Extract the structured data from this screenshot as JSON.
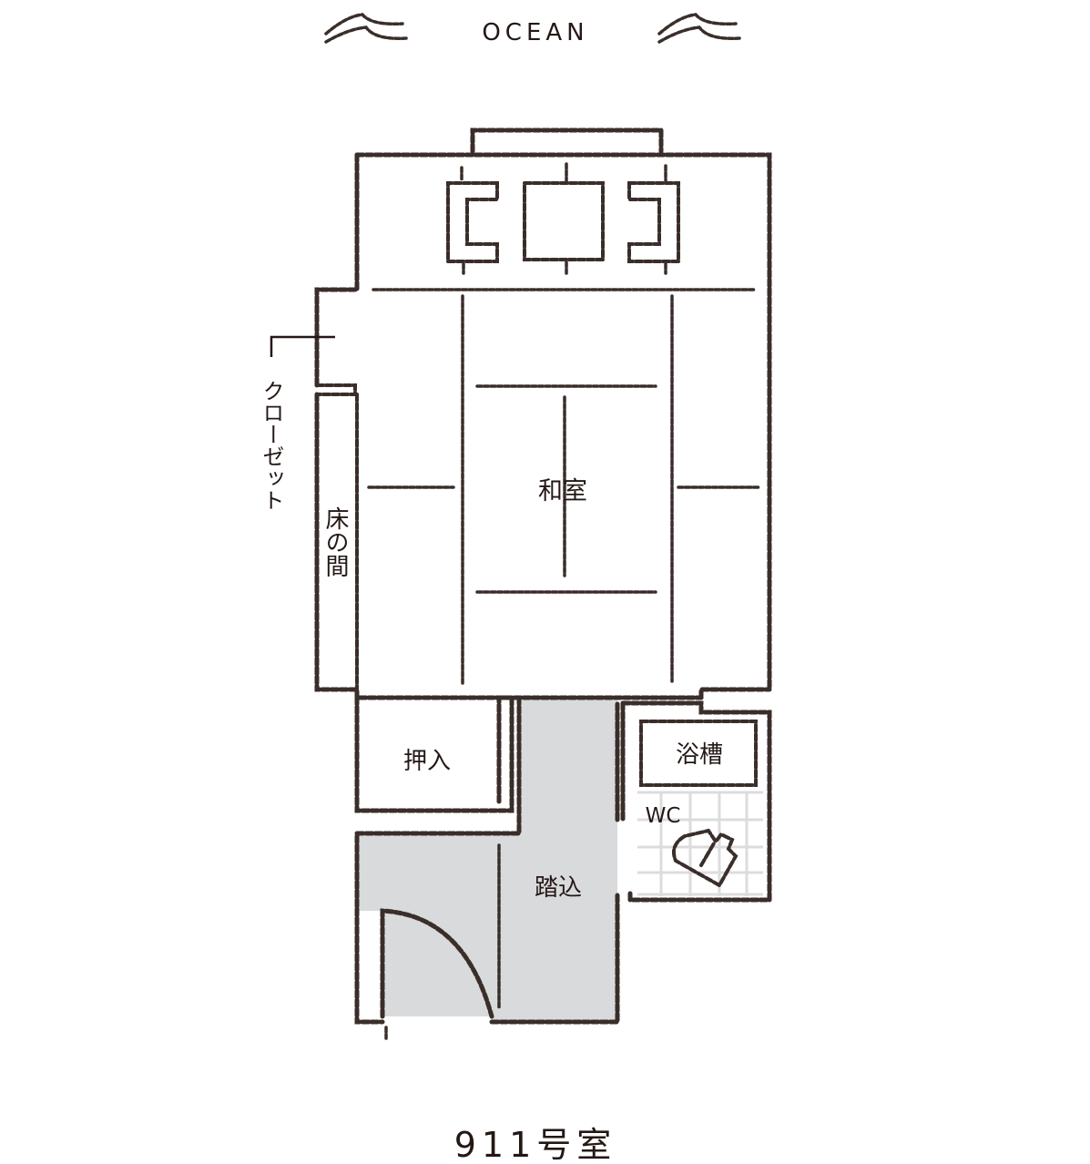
{
  "header": {
    "direction_label": "OCEAN"
  },
  "rooms": {
    "washitsu": "和室",
    "tokonoma": "床の間",
    "closet": "クローゼット",
    "oshiire": "押入",
    "bath": "浴槽",
    "wc": "WC",
    "fumikomi": "踏込"
  },
  "footer": {
    "room_number": "911号室"
  },
  "colors": {
    "line": "#3a2e2a",
    "entry_fill": "#d9dadb",
    "tile": "#dcdcdc"
  },
  "icons": [
    "wave-icon",
    "toilet-icon",
    "door-swing-icon"
  ]
}
